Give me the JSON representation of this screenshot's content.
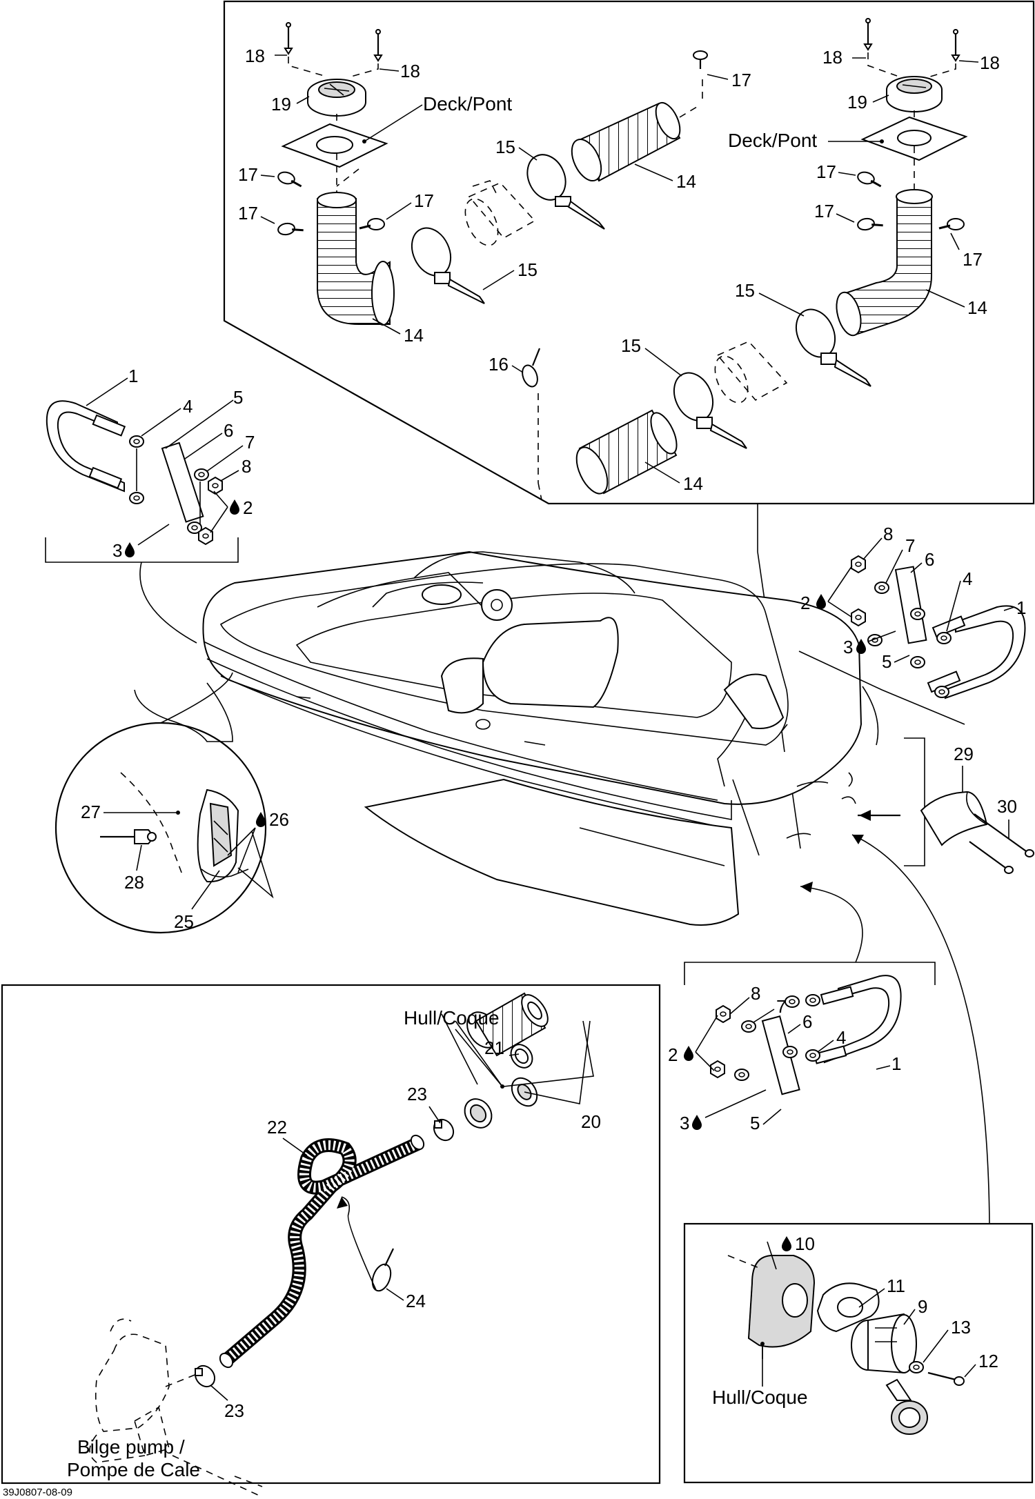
{
  "diagram_id": "39J0807-08-09",
  "text": {
    "deck": "Deck/Pont",
    "hull": "Hull/Coque",
    "bilge_line1": "Bilge pump /",
    "bilge_line2": "Pompe de Cale"
  },
  "callouts": {
    "c1": "1",
    "c2": "2",
    "c3": "3",
    "c4": "4",
    "c5": "5",
    "c6": "6",
    "c7": "7",
    "c8": "8",
    "c9": "9",
    "c10": "10",
    "c11": "11",
    "c12": "12",
    "c13": "13",
    "c14": "14",
    "c15": "15",
    "c16": "16",
    "c17": "17",
    "c18": "18",
    "c19": "19",
    "c20": "20",
    "c21": "21",
    "c22": "22",
    "c23": "23",
    "c24": "24",
    "c25": "25",
    "c26": "26",
    "c27": "27",
    "c28": "28",
    "c29": "29",
    "c30": "30"
  }
}
